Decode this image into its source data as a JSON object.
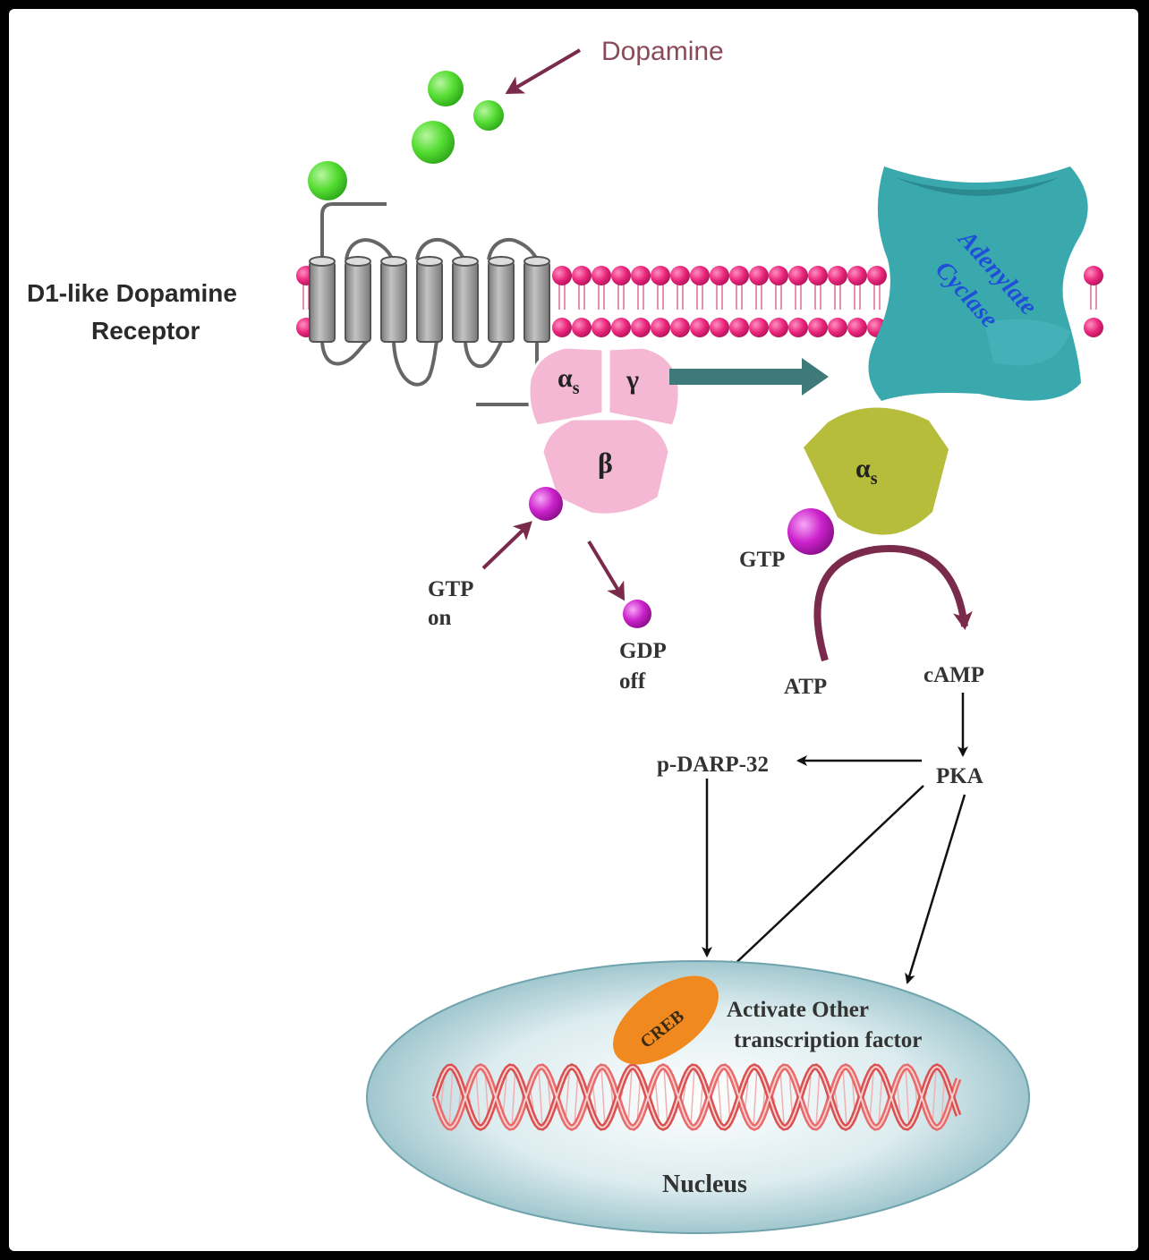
{
  "labels": {
    "dopamine": "Dopamine",
    "receptor_line1": "D1-like Dopamine",
    "receptor_line2": "Receptor",
    "alpha_s": "α",
    "alpha_sub": "s",
    "gamma": "γ",
    "beta": "β",
    "adenylate_line1": "Adenylate",
    "adenylate_line2": "Cyclase",
    "gtp_on_line1": "GTP",
    "gtp_on_line2": "on",
    "gdp_off_line1": "GDP",
    "gdp_off_line2": "off",
    "gtp_bound": "GTP",
    "atp": "ATP",
    "camp": "cAMP",
    "pka": "PKA",
    "p_darp": "p-DARP-32",
    "creb": "CREB",
    "activate_line1": "Activate Other",
    "activate_line2": "transcription factor",
    "nucleus": "Nucleus"
  },
  "colors": {
    "dopamine": "#55dd33",
    "membrane_head": "#e8237a",
    "receptor_helix": "#9b9b9b",
    "g_protein": "#f4b8d4",
    "adenylate_cyclase": "#3aa9ae",
    "adenylate_text": "#1f4fd8",
    "alpha_s_active": "#b5bd3a",
    "gtp": "#cc22cc",
    "maroon_arrow": "#7a2a4a",
    "teal_arrow": "#3e7a7a",
    "creb": "#f08a20",
    "nucleus": "#cfe6ea",
    "dna": "#e86a6a",
    "dopamine_label": "#8a4a5a"
  }
}
